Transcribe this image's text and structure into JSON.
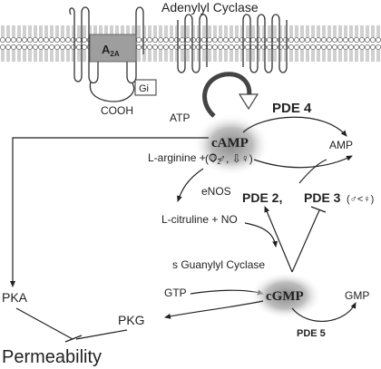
{
  "membrane": {
    "adenylyl_cyclase_label": "Adenylyl Cyclase",
    "receptor_label": "A",
    "receptor_sub": "2A",
    "gi_label": "Gi",
    "cooh_label": "COOH"
  },
  "nodes": {
    "atp": "ATP",
    "camp": "cAMP",
    "camp_sex": "(⇩♂, ⇩♀)",
    "pde4": "PDE 4",
    "amp": "AMP",
    "l_arginine": "L-arginine + O",
    "l_arginine_sub": "2",
    "enos": "eNOS",
    "l_citrulline": "L-citruline + NO",
    "s_guanylyl": "s Guanylyl Cyclase",
    "gtp": "GTP",
    "cgmp": "cGMP",
    "gmp": "GMP",
    "pde5": "PDE 5",
    "pde2": "PDE 2,",
    "pde3": "PDE 3",
    "pde3_sex": "(♂<♀)",
    "pka": "PKA",
    "pkg": "PKG",
    "permeability": "Permeability"
  }
}
